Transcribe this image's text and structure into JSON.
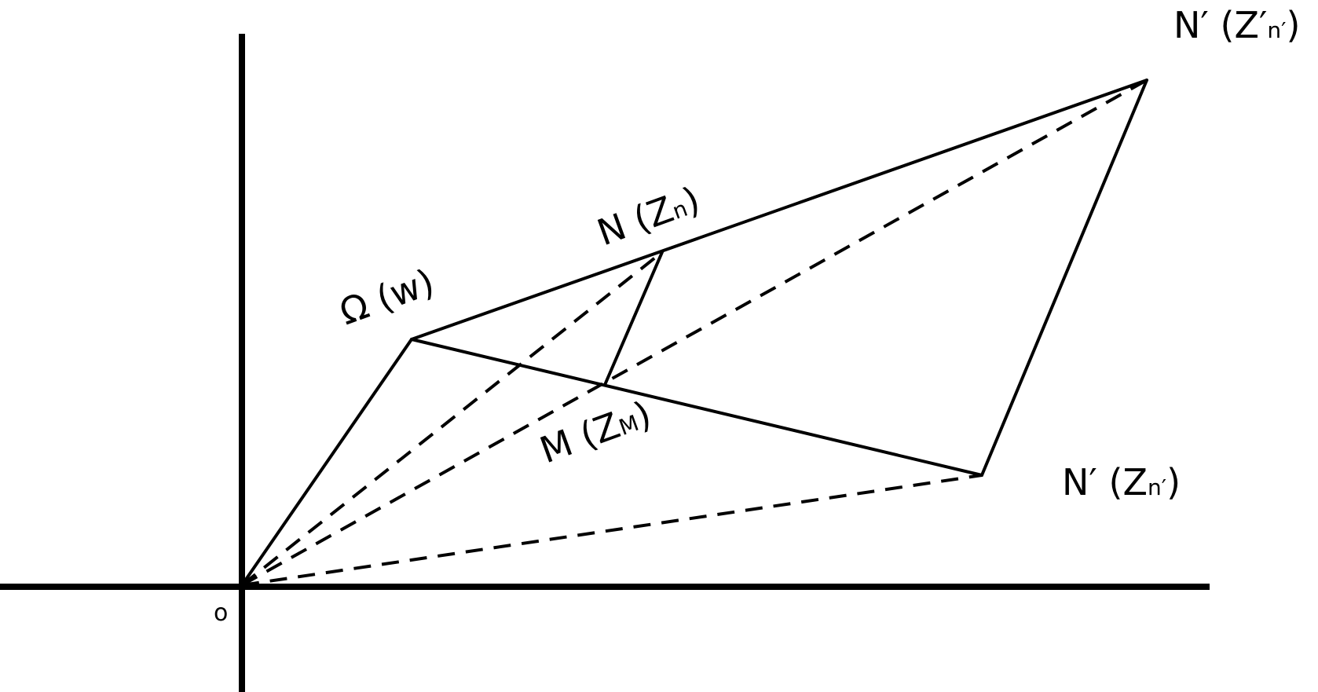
{
  "diagram": {
    "origin_label": "o",
    "points": {
      "omega": {
        "name": "Ω",
        "open": " (",
        "main": "w",
        "sub": "",
        "close": ")"
      },
      "n": {
        "name": "N",
        "open": " (",
        "main": "Z",
        "sub": "n",
        "close": ")"
      },
      "m": {
        "name": "M",
        "open": " (",
        "main": "Z",
        "sub": "M",
        "close": ")"
      },
      "n_prime_top": {
        "name": "N′",
        "open": " (",
        "main": "Z′",
        "sub": "n′",
        "close": ")"
      },
      "n_prime_bottom": {
        "name": "N′",
        "open": " (",
        "main": "Z",
        "sub": "n′",
        "close": ")"
      }
    },
    "colors": {
      "stroke": "#000000",
      "background": "#ffffff"
    }
  }
}
